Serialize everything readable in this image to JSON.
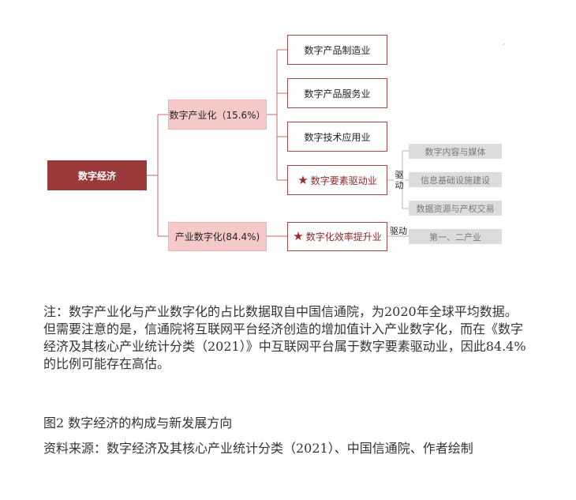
{
  "diagram": {
    "root": "数字经济",
    "branch_digital_industrialization": "数字产业化（15.6%）",
    "branch_industrial_digitalization": "产业数字化(84.4%)",
    "industries": {
      "product_manufacturing": "数字产品制造业",
      "product_services": "数字产品服务业",
      "tech_application": "数字技术应用业",
      "factor_driven": "数字要素驱动业",
      "efficiency_improvement": "数字化效率提升业"
    },
    "drive_label_vertical": "驱\n动",
    "drive_label_horizontal": "驱动",
    "driven_items": [
      "数字内容与媒体",
      "信息基础设施建设",
      "数据资源与产权交易"
    ],
    "driven_industry": "第一、二产业",
    "colors": {
      "root": "#9b3a3a",
      "branch": "#f6c9c9",
      "outline": "#a64848",
      "star": "#a32828",
      "driven": "#dcdcdc"
    },
    "star_icon": "star-icon"
  },
  "note": "注：数字产业化与产业数字化的占比数据取自中国信通院，为2020年全球平均数据。但需要注意的是，信通院将互联网平台经济创造的增加值计入产业数字化，而在《数字经济及其核心产业统计分类（2021）》中互联网平台属于数字要素驱动业，因此84.4%的比例可能存在高估。",
  "figure_title": "图2 数字经济的构成与新发展方向",
  "source": "资料来源：数字经济及其核心产业统计分类（2021）、中国信通院、作者绘制",
  "corner_mark": "ˏ"
}
